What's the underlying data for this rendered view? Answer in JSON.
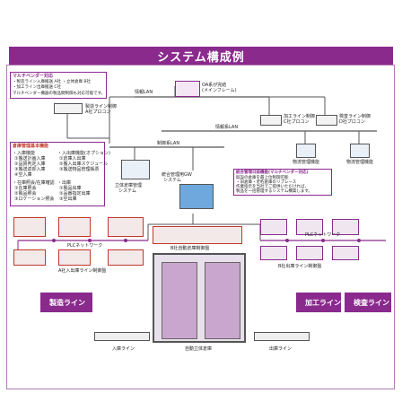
{
  "title": "システム構成例",
  "vendor_box": {
    "heading": "マルチベンダー対応",
    "lines": [
      "・製造ライン入庫搬送 A社 ・立体倉庫 B社",
      "・加工ライン出庫搬送 C社",
      "マルチベンダー機器の製品間制御も対応可能です。"
    ]
  },
  "office_pc": {
    "label": "OA系が完結",
    "sub": "(メインフレーム)"
  },
  "lan_info": "情報系LAN",
  "lan_control": "制御系LAN",
  "lan_info_short": "情報LAN",
  "plc_a": [
    "製造ライン制御",
    "A社プロコン"
  ],
  "plc_c": [
    "加工ライン制御",
    "C社プロコン"
  ],
  "plc_d": [
    "検査ライン制御",
    "D社プロコン"
  ],
  "logistics_1": "物流管理機能",
  "logistics_2": "物流管理機能",
  "wms_box": {
    "heading": "倉庫管理基本機能",
    "col1": [
      "・入庫機能",
      "①搬送計画入庫",
      "②品質判定入庫",
      "③搬送返却入庫",
      "④空入庫"
    ],
    "col1b": [
      "・在庫照会/在庫確認",
      "①在庫照会",
      "②製品照会",
      "③ロケーション照会"
    ],
    "col2": [
      "・入出庫機能(オプション)",
      "①倉庫入出庫",
      "②搬入出庫スケジュール",
      "③搬送物品管理帳票"
    ],
    "col2b": [
      "・出庫",
      "①製品出庫",
      "②品番指定出庫",
      "③空出庫"
    ]
  },
  "wms_pc": [
    "立体倉庫管理",
    "システム"
  ],
  "gateway": [
    "統合管理用GW",
    "システム"
  ],
  "integration_box": {
    "heading": "統合管理日誌機能(マルチベンダー対応)",
    "lines": [
      "既設の倉庫を最上位制御可能",
      "・旧倉庫・老朽倉庫のリプレース",
      "作業指示を当社でご提供いただければ、",
      "製品を一括管理するシステム構築します。"
    ]
  },
  "plc_network_left": "PLCネットワーク",
  "plc_network_right": "PLCネットワーク",
  "plc_b_label": "B社自動倉庫制御盤",
  "panel_a_label": "A社入出庫ライン制御盤",
  "panel_b_label": "B社出庫ライン制御盤",
  "flow_left": "製造ライン",
  "flow_right_1": "加工ライン",
  "flow_right_2": "検査ライン",
  "conveyor_in": "入庫ライン",
  "conveyor_out": "出庫ライン",
  "warehouse_label": "自動立体倉庫",
  "colors": {
    "brand": "#8a2a8d",
    "accent": "#c0392b",
    "highlight": "#d9b3dc"
  }
}
